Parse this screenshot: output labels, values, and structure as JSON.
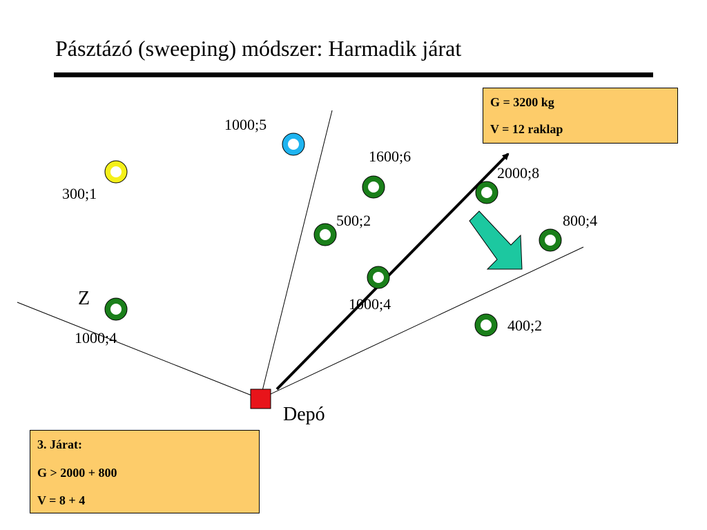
{
  "title": "Pásztázó (sweeping) módszer: Harmadik járat",
  "info_box": {
    "line1": "G = 3200 kg",
    "line2": "V = 12 raklap"
  },
  "route_box": {
    "line1": "3. Járat:",
    "line2": "G > 2000 + 800",
    "line3": "V = 8 + 4"
  },
  "depot_label": "Depó",
  "z_label": "Z",
  "points": [
    {
      "id": "p-1000-5",
      "label": "1000;5",
      "color": "#1fb4f0"
    },
    {
      "id": "p-300-1",
      "label": "300;1",
      "color": "#f5f01a"
    },
    {
      "id": "p-1600-6",
      "label": "1600;6",
      "color": "#1a7f1a"
    },
    {
      "id": "p-2000-8",
      "label": "2000;8",
      "color": "#1a7f1a"
    },
    {
      "id": "p-500-2",
      "label": "500;2",
      "color": "#1a7f1a"
    },
    {
      "id": "p-800-4",
      "label": "800;4",
      "color": "#1a7f1a"
    },
    {
      "id": "p-1000-4-mid",
      "label": "1000;4",
      "color": "#1a7f1a"
    },
    {
      "id": "p-1000-4-z",
      "label": "1000;4",
      "color": "#1a7f1a"
    },
    {
      "id": "p-400-2",
      "label": "400;2",
      "color": "#1a7f1a"
    }
  ],
  "colors": {
    "depot": "#e8141a",
    "box_fill": "#fdcc6a",
    "sweep_arrow": "#1cc8a0"
  }
}
